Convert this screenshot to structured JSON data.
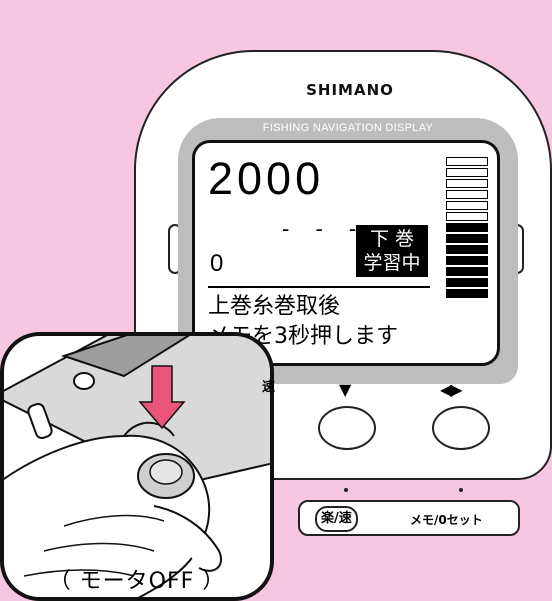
{
  "device": {
    "brand": "SHIMANO",
    "display_label": "FISHING NAVIGATION DISPLAY"
  },
  "screen": {
    "depth_value": "2000",
    "dashes": "- - -",
    "zero_value": "0",
    "mode_badge_line1": "下 巻",
    "mode_badge_line2": "学習中",
    "message_line1": "上巻糸巻取後",
    "message_line2": "メモを3秒押します",
    "level_bars": {
      "total": 13,
      "filled": 7
    }
  },
  "buttons": {
    "down_arrow": "▼",
    "left_right_arrows": "◀▶",
    "side_label_fragment": "速"
  },
  "label_bar": {
    "raku_label": "楽/速",
    "memo_reset_label": "メモ/0セット"
  },
  "inset": {
    "caption": "（ モータOFF ）"
  },
  "colors": {
    "background": "#f7c6e0",
    "bezel": "#bdbdbd",
    "press_arrow": "#e8547a"
  }
}
